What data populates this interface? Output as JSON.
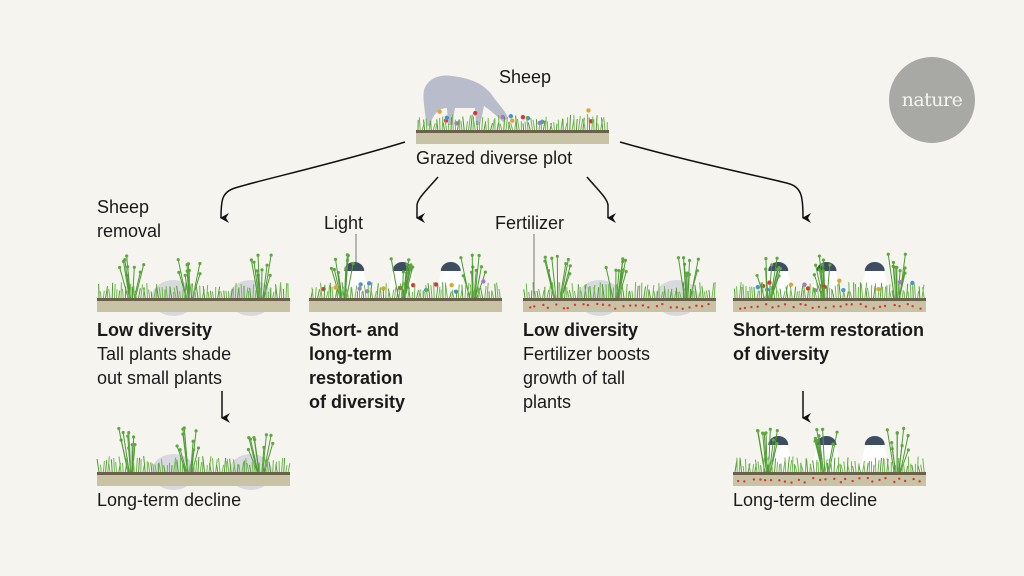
{
  "brand": {
    "logo_text": "nature"
  },
  "top": {
    "animal_label": "Sheep",
    "plot_label": "Grazed diverse plot"
  },
  "branches": [
    {
      "treatment_label": "Sheep removal",
      "title": "Low diversity",
      "desc": "Tall plants shade out small plants",
      "outcome": "Long-term decline",
      "has_light": false,
      "has_fertilizer": false
    },
    {
      "treatment_label": "Light",
      "title": "Short- and long-term restoration of diversity",
      "desc": "",
      "outcome": "",
      "has_light": true,
      "has_fertilizer": false
    },
    {
      "treatment_label": "Fertilizer",
      "title": "Low diversity",
      "desc": "Fertilizer boosts growth of tall plants",
      "outcome": "",
      "has_light": false,
      "has_fertilizer": true
    },
    {
      "treatment_label": "",
      "title": "Short-term restoration of diversity",
      "desc": "",
      "outcome": "Long-term decline",
      "has_light": true,
      "has_fertilizer": true
    }
  ],
  "lines": {
    "b0_title_1": "Low diversity",
    "b0_desc_1": "Tall plants shade",
    "b0_desc_2": "out small plants",
    "b0_treat_1": "Sheep",
    "b0_treat_2": "removal",
    "b1_title_1": "Short- and",
    "b1_title_2": "long-term",
    "b1_title_3": "restoration",
    "b1_title_4": "of diversity",
    "b2_desc_1": "Fertilizer boosts",
    "b2_desc_2": "growth of tall",
    "b2_desc_3": "plants",
    "b3_title_1": "Short-term restoration",
    "b3_title_2": "of diversity"
  },
  "colors": {
    "background": "#f5f4ee",
    "soil": "#c9c3a6",
    "soil_top": "#6b604a",
    "grass": "#5aa83c",
    "lamp": "#3f4d63",
    "fertilizer": "#d9353b",
    "sheep": "#b9bccb",
    "logo": "#a8a8a5"
  }
}
